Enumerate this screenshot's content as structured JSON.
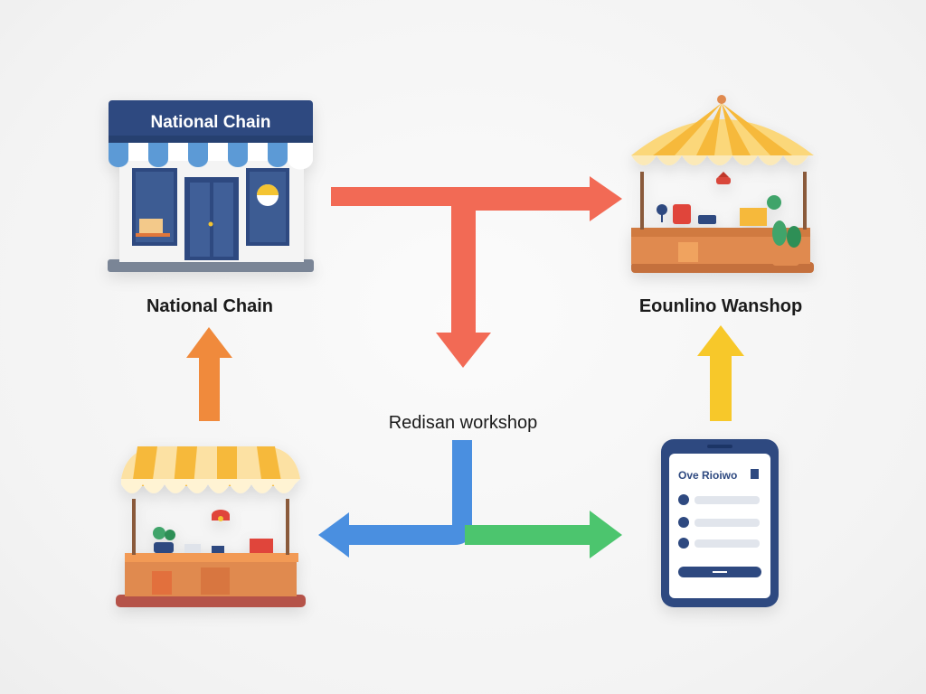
{
  "diagram": {
    "nodes": {
      "national_chain": {
        "sign_text": "National Chain",
        "label": "National Chain"
      },
      "online_shop": {
        "label": "Eounlino Wanshop"
      },
      "hub": {
        "label": "Redisan workshop"
      },
      "market_stall": {
        "label": ""
      },
      "mobile_app": {
        "screen_title": "Ove Rioiwo"
      }
    },
    "colors": {
      "red_arrow": "#f26a55",
      "orange_arrow": "#f08a3c",
      "yellow_arrow": "#f7c82a",
      "blue_arrow": "#4a8fe0",
      "green_arrow": "#4cc56e",
      "store_navy": "#2f4a80",
      "awning_blue": "#5b9ad6",
      "awning_yellow": "#f6b93b",
      "wood": "#e08a4f"
    },
    "icons": [
      "storefront-icon",
      "market-stall-icon",
      "phone-app-icon"
    ]
  }
}
